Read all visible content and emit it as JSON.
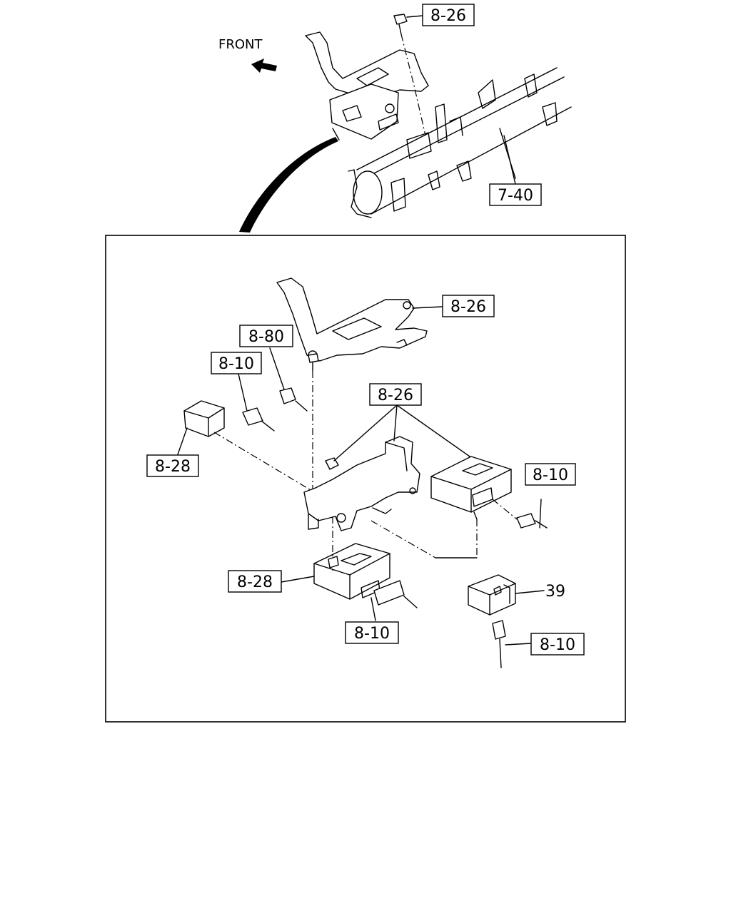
{
  "direction_label": "FRONT",
  "callouts": {
    "top_bolt_ref": "8-26",
    "crossmember_ref": "7-40",
    "bracket_upper_ref": "8-26",
    "connector_upper_ref": "8-80",
    "connector_mid_ref": "8-10",
    "relay_left_ref": "8-28",
    "bracket_lower_ref": "8-26",
    "module_right_connector_ref": "8-10",
    "module_lower_ref": "8-28",
    "module_lower_connector_ref": "8-10",
    "relay_part_no": "39",
    "relay_connector_ref": "8-10"
  }
}
